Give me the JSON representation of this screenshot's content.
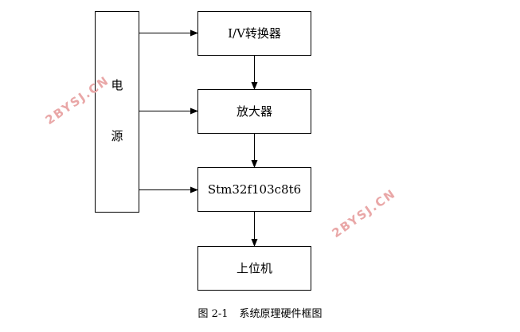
{
  "blocks": {
    "iv_converter": "I/V转换器",
    "amplifier": "放大器",
    "mcu": "Stm32f103c8t6",
    "host": "上位机"
  },
  "power_supply": {
    "char_1": "电",
    "char_2": "源"
  },
  "watermarks": [
    "2BYSJ.CN",
    "2BYSJ.CN"
  ],
  "caption": {
    "number": "图 2-1",
    "title": "系统原理硬件框图"
  }
}
